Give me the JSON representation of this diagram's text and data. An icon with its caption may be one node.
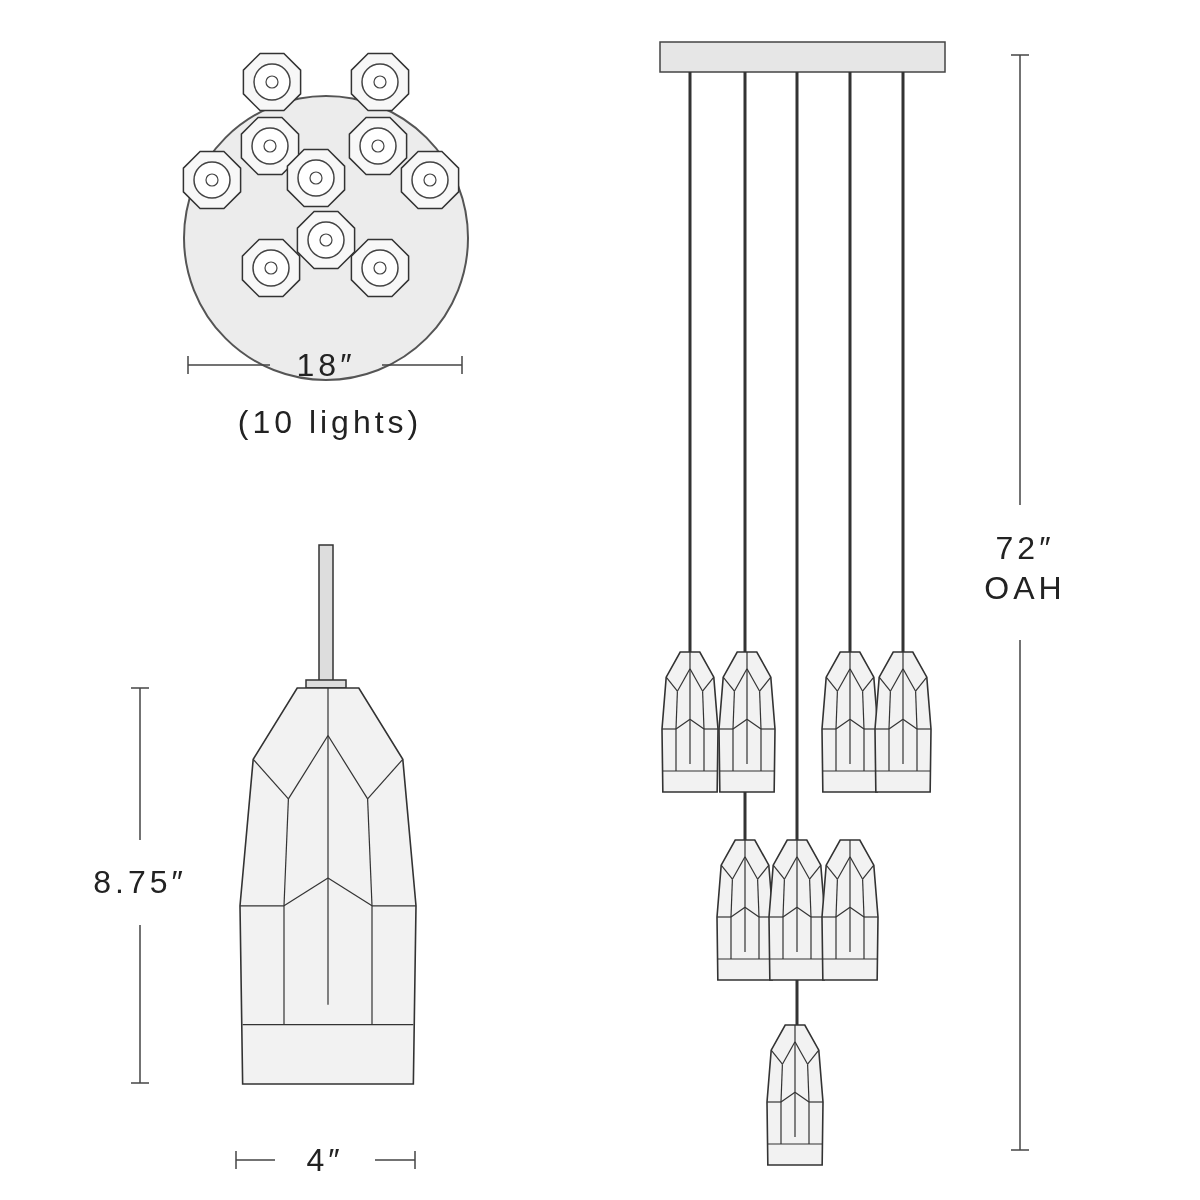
{
  "diagram": {
    "labels": [
      "18″",
      "(10 lights)",
      "72″ OAH",
      "8.75″",
      "4″"
    ]
  }
}
